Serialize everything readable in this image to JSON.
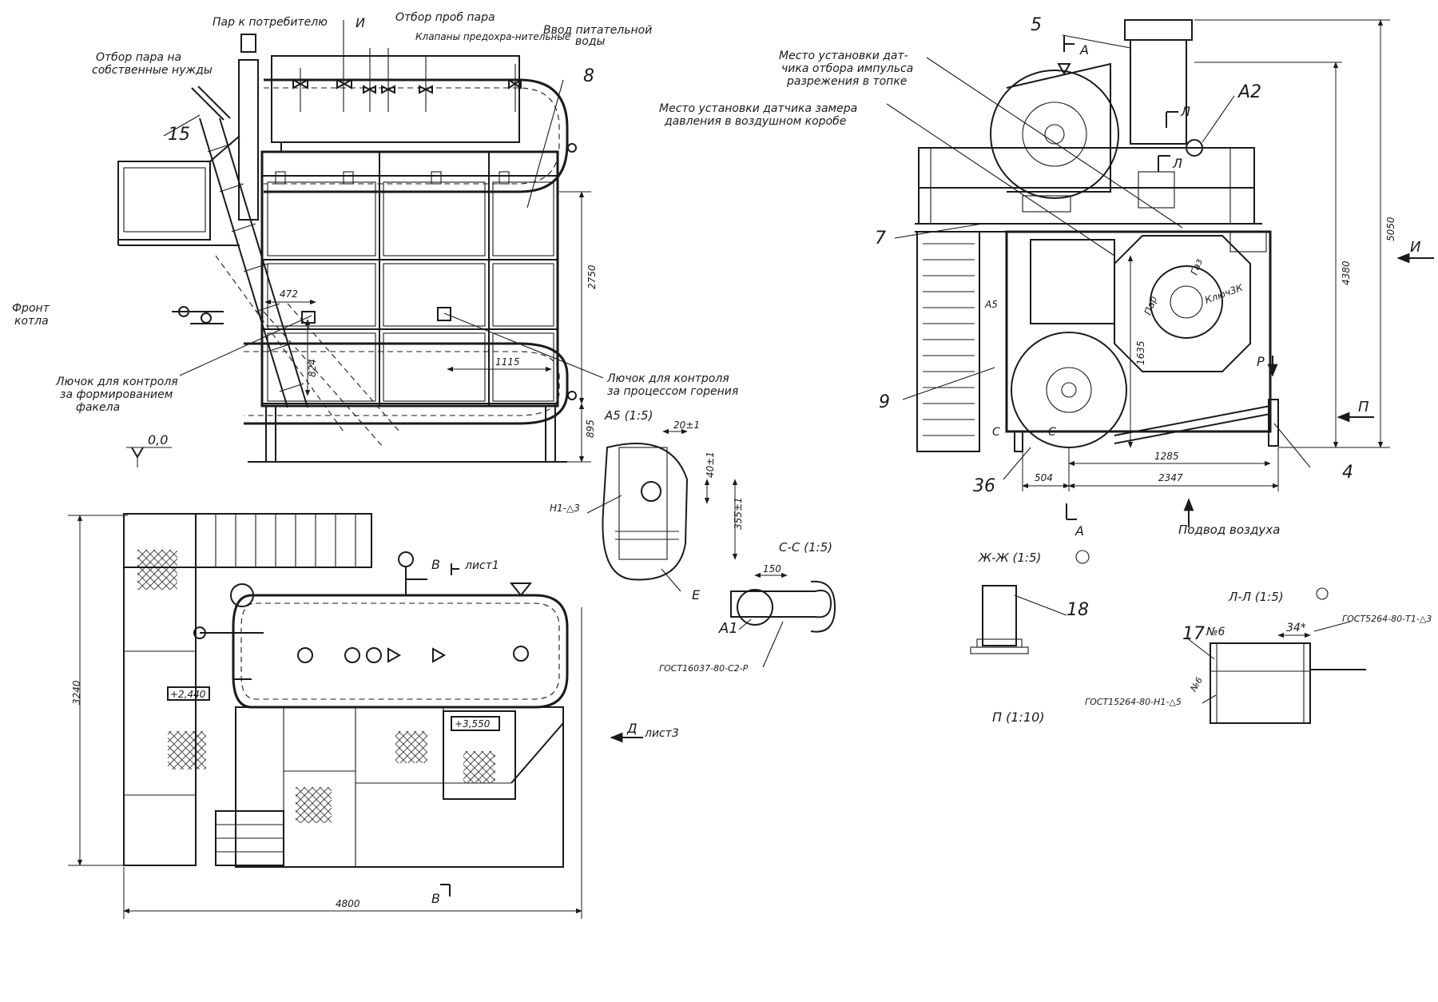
{
  "labels": {
    "steam_to_consumer": "Пар к потребителю",
    "section_I": "И",
    "steam_sampling": "Отбор проб пара",
    "safety_valves": "Клапаны предохра-нительные",
    "feedwater_inlet_1": "Ввод питательной",
    "feedwater_inlet_2": "воды",
    "steam_own_needs_1": "Отбор пара на",
    "steam_own_needs_2": "собственные нужды",
    "item_15": "15",
    "item_8": "8",
    "front_1": "Фронт",
    "front_2": "котла",
    "hatch_flame_1": "Лючок для контроля",
    "hatch_flame_2": "за формированием",
    "hatch_flame_3": "факела",
    "hatch_burn_1": "Лючок для контроля",
    "hatch_burn_2": "за процессом горения",
    "level_zero": "0,0",
    "dim_472": "472",
    "dim_824": "824",
    "dim_1115": "1115",
    "dim_2750": "2750",
    "dim_895": "895",
    "item_5": "5",
    "section_A_top": "А",
    "sensor_vacuum_1": "Место установки дат-",
    "sensor_vacuum_2": "чика отбора импульса",
    "sensor_vacuum_3": "разрежения в топке",
    "sensor_pressure_1": "Место установки датчика замера",
    "sensor_pressure_2": "давления в воздушном коробе",
    "item_A2": "А2",
    "section_L_1": "Л",
    "section_L_2": "Л",
    "item_7": "7",
    "item_9": "9",
    "item_36": "36",
    "item_4": "4",
    "mark_A5": "А5",
    "mark_R": "Р",
    "steam_label": "Пар",
    "gas_label": "Газ",
    "key_label": "Ключ3К",
    "dim_5050": "5050",
    "dim_4380": "4380",
    "dim_1635": "1635",
    "dim_1285": "1285",
    "dim_504": "504",
    "dim_2347": "2347",
    "view_I": "И",
    "view_P": "П",
    "section_A_bottom": "А",
    "mark_C1": "С",
    "mark_C2": "С",
    "air_supply": "Подвод воздуха",
    "detail_A5": "А5 (1:5)",
    "dim_20": "20±1",
    "dim_40": "40±1",
    "dim_355": "355±1",
    "weld_H1": "Н1-△3",
    "mark_E": "Е",
    "section_CC": "С-С (1:5)",
    "dim_150": "150",
    "item_A1": "А1",
    "gost_16037": "ГОСТ16037-80-С2-Р",
    "section_ZhZh": "Ж-Ж (1:5)",
    "item_18": "18",
    "section_LL": "Л-Л (1:5)",
    "item_17": "17",
    "mark_n6": "№6",
    "dim_34": "34*",
    "gost_5264": "ГОСТ5264-80-Т1-△3",
    "gost_15264": "ГОСТ15264-80-Н1-△5",
    "mark_n6b": "№6",
    "view_P_scale": "П (1:10)",
    "dim_3240": "3240",
    "dim_4800": "4800",
    "section_V_top": "В",
    "sheet_1": "лист1",
    "level_2440": "+2,440",
    "level_3550": "+3,550",
    "view_D": "Д",
    "sheet_3": "лист3",
    "section_V_bottom": "В"
  }
}
